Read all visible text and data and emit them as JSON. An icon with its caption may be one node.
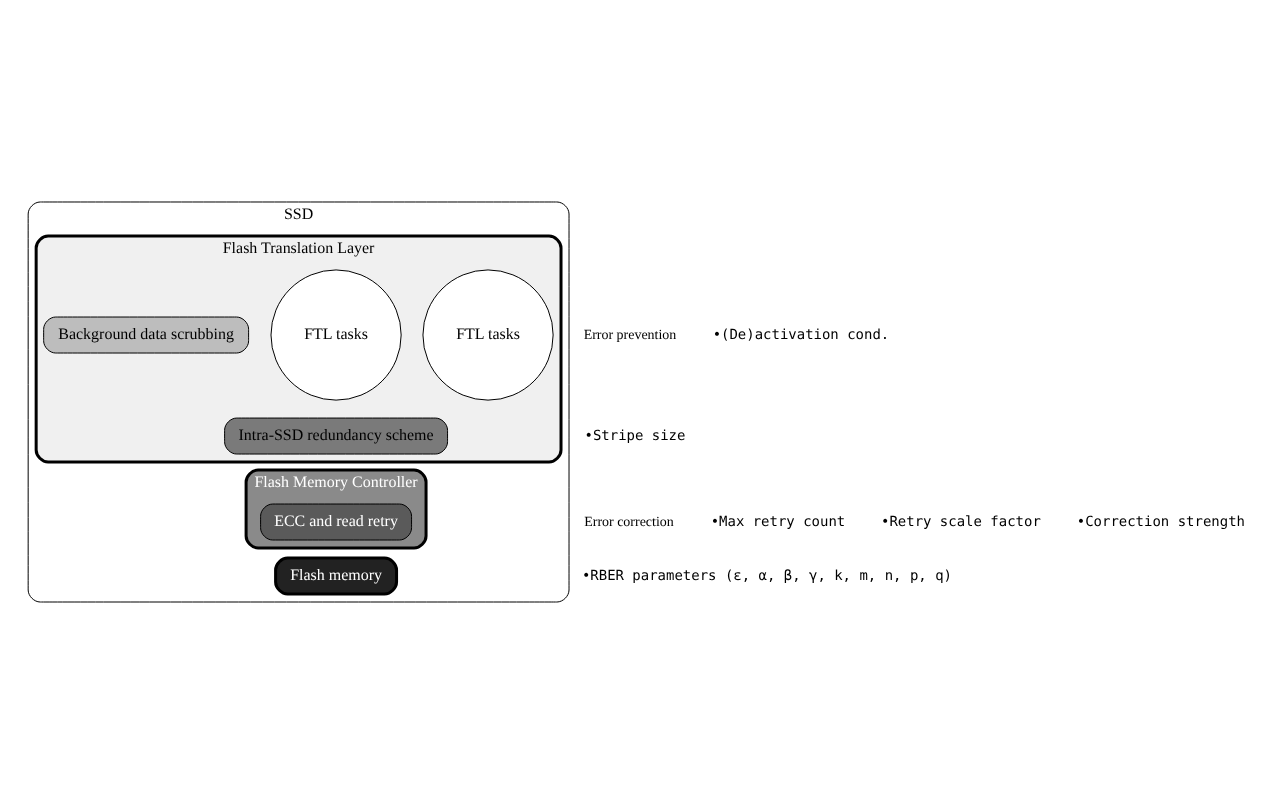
{
  "diagram": {
    "nodes": [
      {
        "text": [
          "SSD"
        ]
      },
      {
        "text": [
          "Flash Translation Layer"
        ],
        "in": 0
      },
      {
        "text": [
          "FTL tasks"
        ],
        "in": 1
      },
      {
        "text": [
          "FTL tasks"
        ],
        "in": 1
      },
      {
        "text": [
          "Background data scrubbing"
        ],
        "in": 1
      },
      {
        "text": [
          "Intra-SSD redundancy scheme"
        ],
        "in": 1
      },
      {
        "text": [
          "Flash Memory Controller"
        ],
        "in": 0
      },
      {
        "text": [
          "ECC and read retry"
        ],
        "in": 6
      },
      {
        "text": [
          "Flash memory"
        ],
        "in": 0
      }
    ],
    "labels": [
      "Error prevention",
      "Error correction",
      "•(De)activation cond.",
      "•Stripe size",
      "•Max retry count",
      "•Retry scale factor",
      "•Correction strength",
      "•RBER parameters (ε, α, β, γ, k, m, n, p, q)"
    ]
  }
}
